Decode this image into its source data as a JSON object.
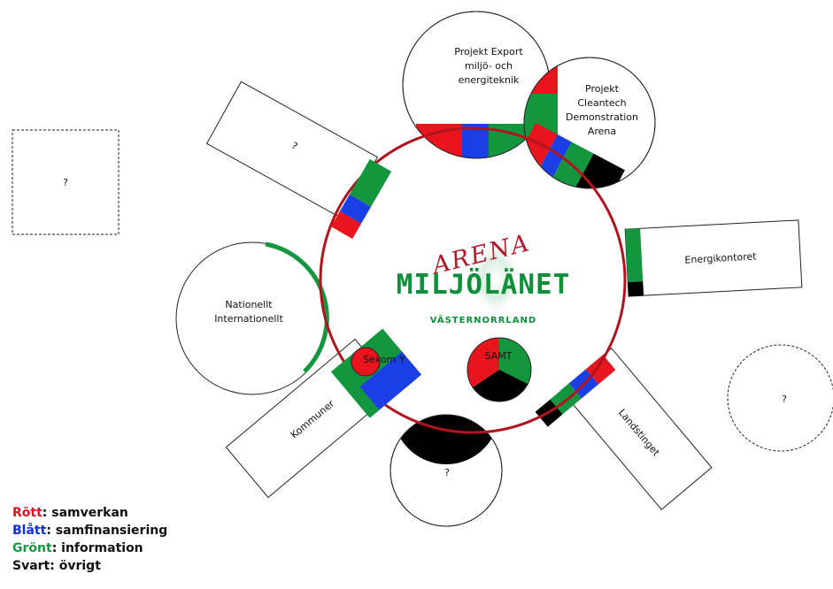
{
  "nodes": {
    "project_export": [
      "Projekt Export",
      "miljö- och",
      "energiteknik"
    ],
    "project_cleantech": [
      "Projekt",
      "Cleantech",
      "Demonstration",
      "Arena"
    ],
    "energikontoret": "Energikontoret",
    "nationellt": [
      "Nationellt",
      "Internationellt"
    ],
    "kommuner": "Kommuner",
    "landstinget": "Landstinget",
    "sekom": "Sekom Y",
    "samt": "SAMT",
    "unknown_left_box": "?",
    "unknown_top_rect": "?",
    "unknown_bottom_circle": "?",
    "unknown_right_circle": "?"
  },
  "logo": {
    "arena": "ARENA",
    "title": "MILJÖLÄNET",
    "subtitle": "VÄSTERNORRLAND"
  },
  "legend": [
    {
      "key": "Rött",
      "text": ": samverkan",
      "color": "#e0101c"
    },
    {
      "key": "Blått",
      "text": ": samfinansiering",
      "color": "#1030e0"
    },
    {
      "key": "Grönt",
      "text": ": information",
      "color": "#139940"
    },
    {
      "key": "Svart",
      "text": ": övrigt",
      "color": "#111111"
    }
  ],
  "colors": {
    "red": "#e8141e",
    "blue": "#1a3fe6",
    "green": "#13963e",
    "black": "#000000",
    "ring": "#b0151f"
  }
}
